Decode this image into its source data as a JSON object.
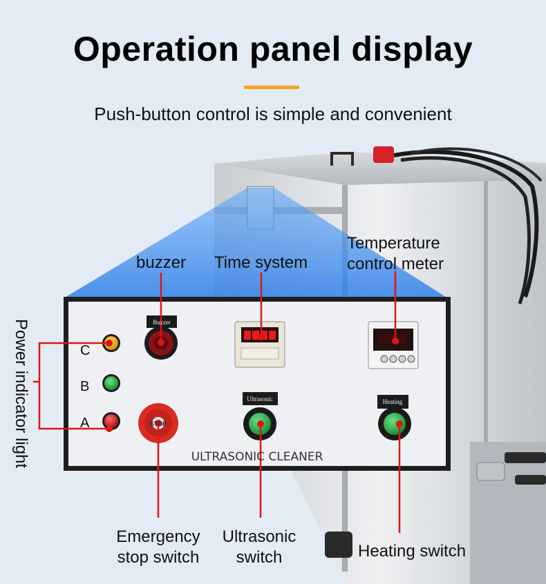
{
  "header": {
    "title": "Operation panel display",
    "subtitle": "Push-button control is simple and convenient"
  },
  "panel": {
    "brand": "ULTRASONIC CLEANER",
    "indicators": [
      {
        "label": "C",
        "color": "#f0a400"
      },
      {
        "label": "B",
        "color": "#1faa3a"
      },
      {
        "label": "A",
        "color": "#c8101a"
      }
    ],
    "buzzer_plate": "Buzzer",
    "ultrasonic_plate": "Ultrasonic",
    "heating_plate": "Heating",
    "stop_button_text": "STOP"
  },
  "callouts": {
    "buzzer": "buzzer",
    "time_system": "Time system",
    "temp_line1": "Temperature",
    "temp_line2": "control meter",
    "power_indicator": "Power indicator light",
    "emergency_line1": "Emergency",
    "emergency_line2": "stop switch",
    "ultrasonic_line1": "Ultrasonic",
    "ultrasonic_line2": "switch",
    "heating_switch": "Heating switch"
  },
  "colors": {
    "accent_bar": "#f5a21a",
    "callout_line": "#e11414",
    "panel_frame": "#2a2a2a",
    "beam": "#3a8cf0"
  }
}
